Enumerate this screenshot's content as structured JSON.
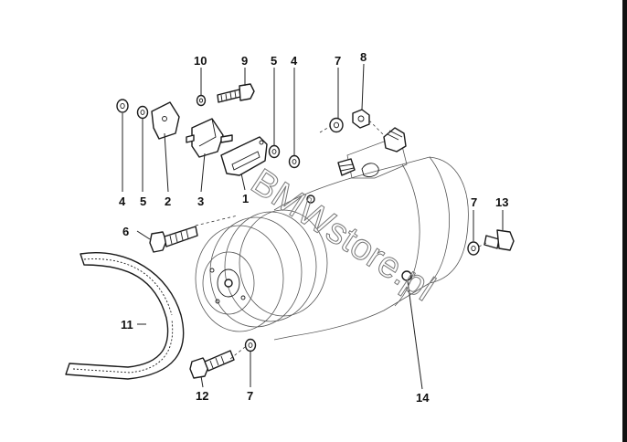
{
  "callouts": [
    {
      "id": "c10a",
      "text": "10"
    },
    {
      "id": "c9a",
      "text": "9"
    },
    {
      "id": "c5a",
      "text": "5"
    },
    {
      "id": "c4a",
      "text": "4"
    },
    {
      "id": "c7a",
      "text": "7"
    },
    {
      "id": "c8a",
      "text": "8"
    },
    {
      "id": "c4b",
      "text": "4"
    },
    {
      "id": "c5b",
      "text": "5"
    },
    {
      "id": "c2",
      "text": "2"
    },
    {
      "id": "c3",
      "text": "3"
    },
    {
      "id": "c1",
      "text": "1"
    },
    {
      "id": "c6",
      "text": "6"
    },
    {
      "id": "c7b",
      "text": "7"
    },
    {
      "id": "c13",
      "text": "13"
    },
    {
      "id": "c11",
      "text": "11"
    },
    {
      "id": "c12",
      "text": "12"
    },
    {
      "id": "c7c",
      "text": "7"
    },
    {
      "id": "c14",
      "text": "14"
    }
  ],
  "watermark": "BMWstore.pl"
}
